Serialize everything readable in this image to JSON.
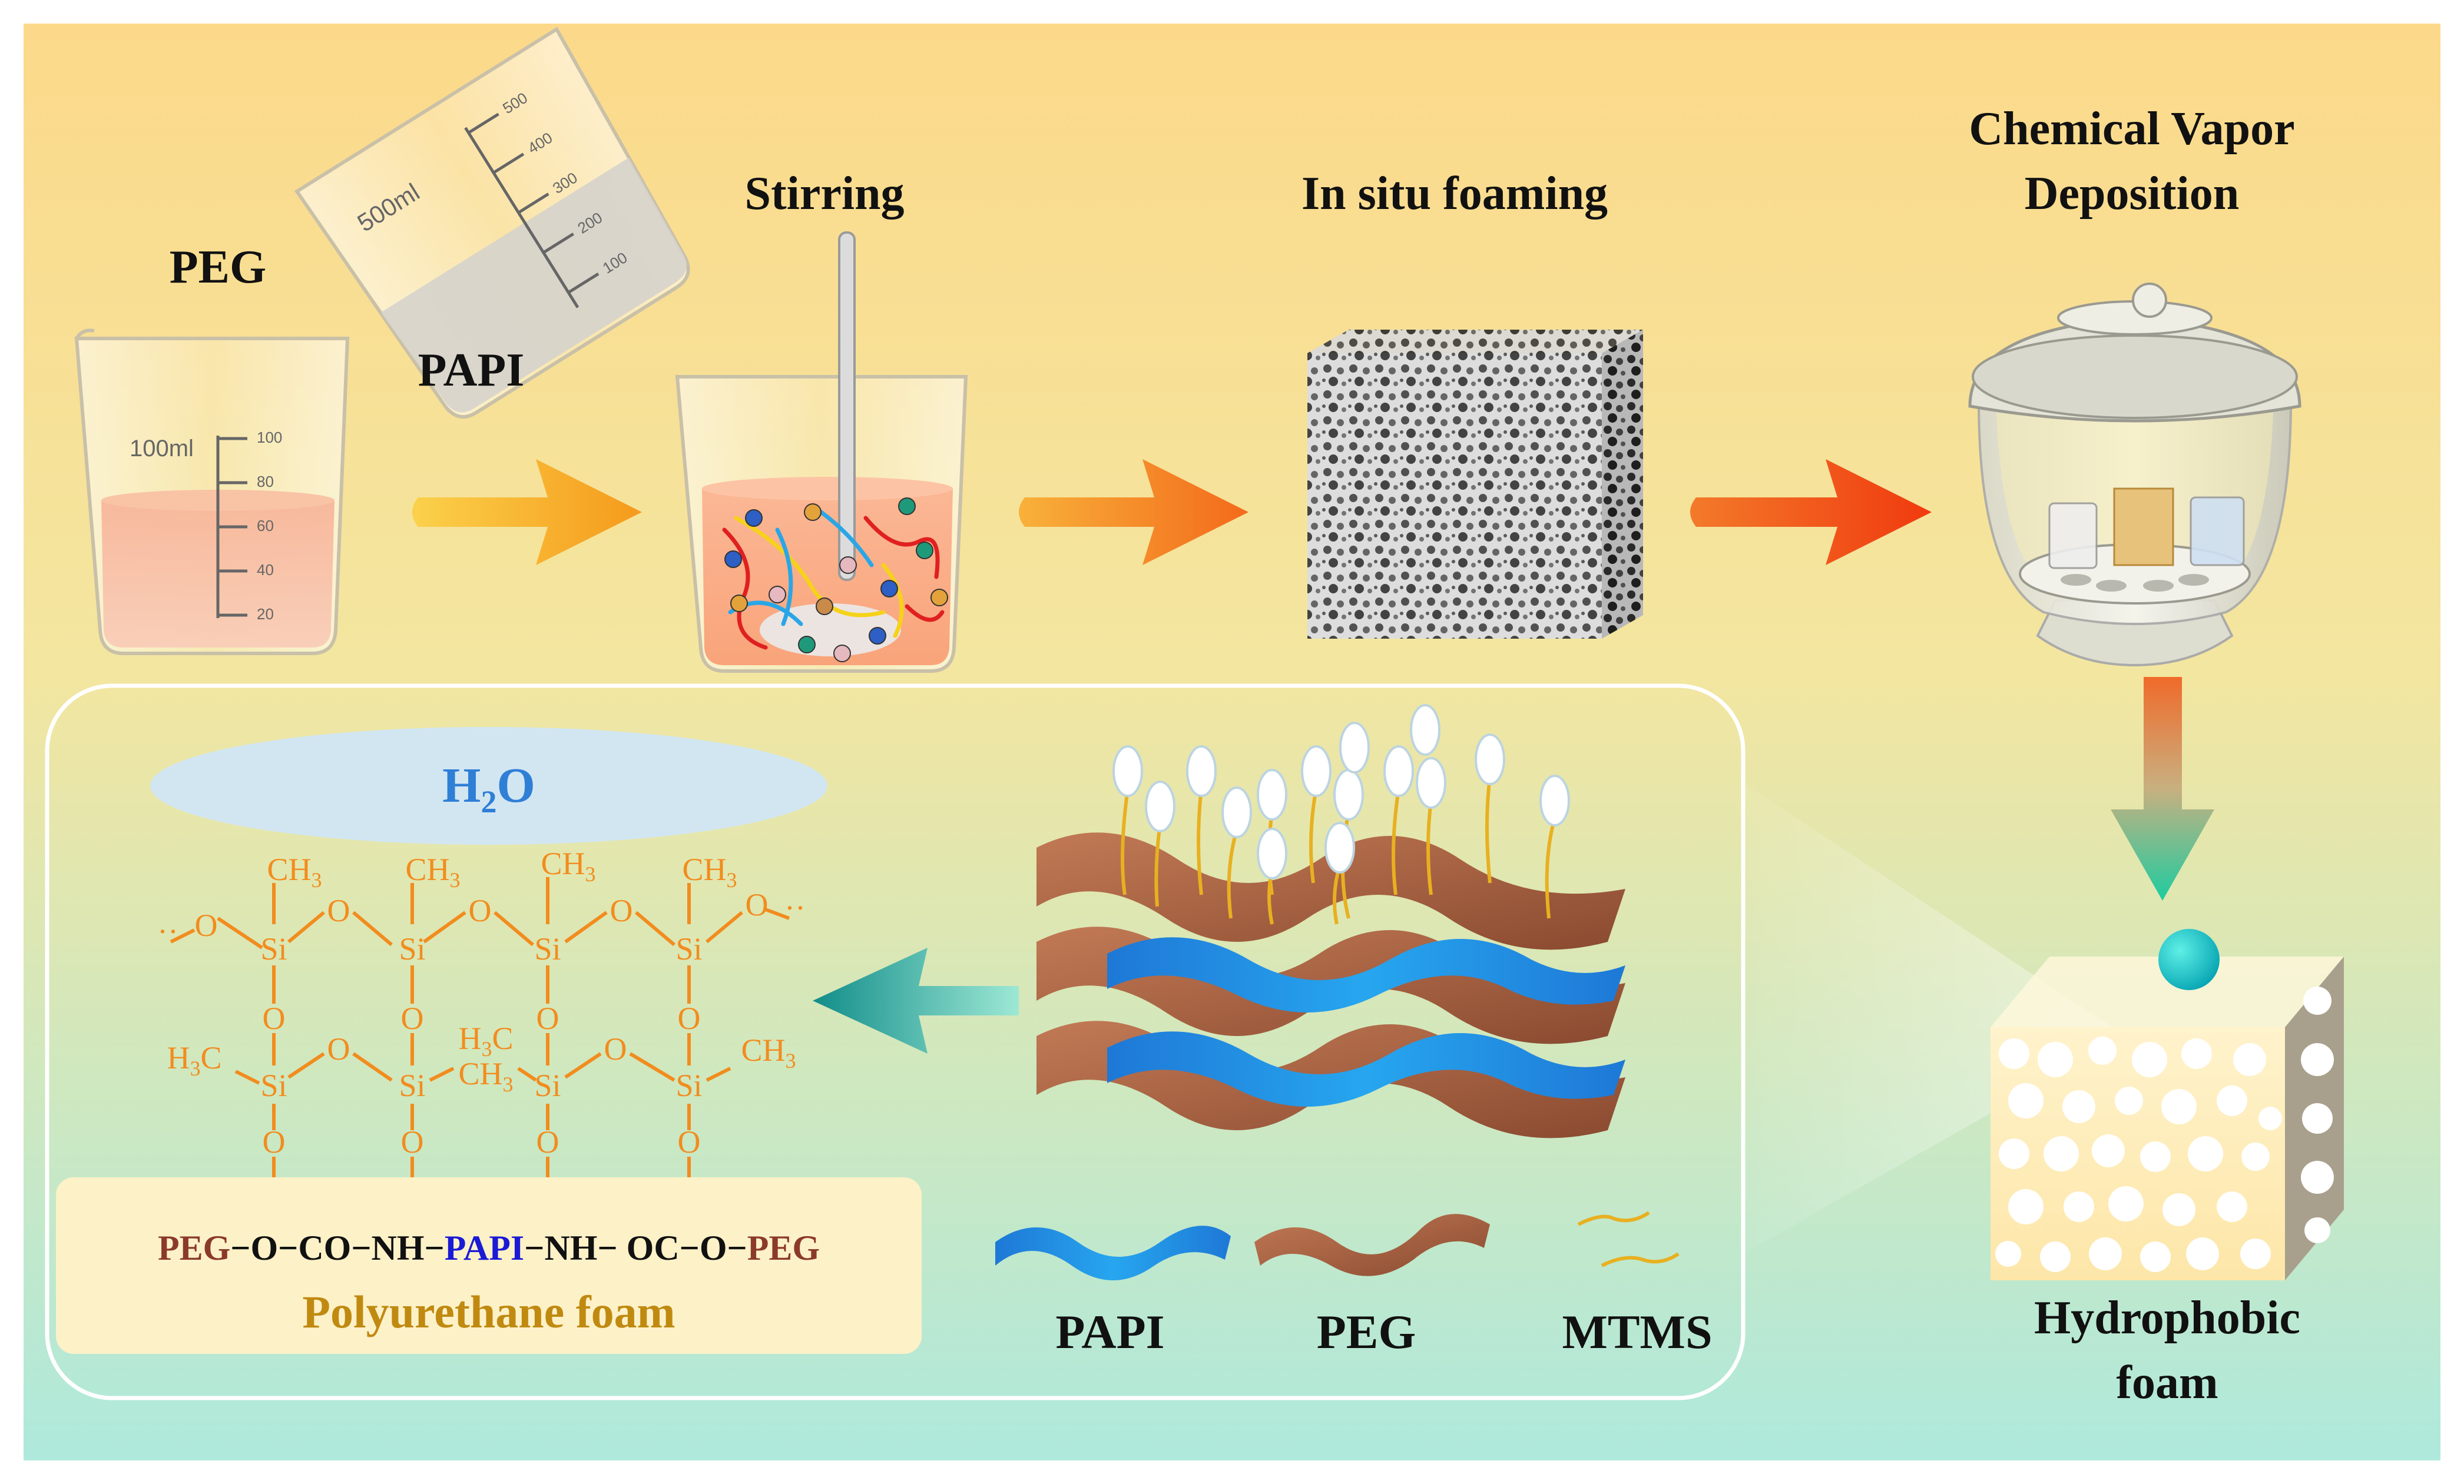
{
  "steps": {
    "peg": "PEG",
    "papi": "PAPI",
    "stirring": "Stirring",
    "foaming": "In situ foaming",
    "cvd_line1": "Chemical Vapor",
    "cvd_line2": "Deposition",
    "hydrophobic_line1": "Hydrophobic",
    "hydrophobic_line2": "foam"
  },
  "beakers": {
    "peg_volume": "100ml",
    "peg_ticks": [
      "100",
      "80",
      "60",
      "40",
      "20"
    ],
    "papi_volume": "500ml",
    "papi_ticks": [
      "500",
      "400",
      "300",
      "200",
      "100"
    ]
  },
  "inset": {
    "water_main": "H",
    "water_sub": "2",
    "water_tail": "O",
    "ch3_main": "CH",
    "ch3_sub": "3",
    "h3c_main": "H",
    "h3c_sub": "3",
    "h3c_tail": "C",
    "si": "Si",
    "o": "O",
    "formula": {
      "peg_left": "PEG",
      "seg1": "−O−CO−NH−",
      "papi": "PAPI",
      "seg2": "−NH− OC−O−",
      "peg_right": "PEG"
    },
    "foam_label": "Polyurethane foam"
  },
  "legend": {
    "papi": "PAPI",
    "peg": "PEG",
    "mtms": "MTMS"
  },
  "colors": {
    "chem_orange": "#f28c1e",
    "water_blue": "#2f7fd6",
    "papi_blue": "#1a1ad6",
    "peg_brown": "#8b3a2a",
    "foam_label": "#c08a10",
    "bg_top": "#fcd98a",
    "bg_bottom": "#aee9dc"
  }
}
